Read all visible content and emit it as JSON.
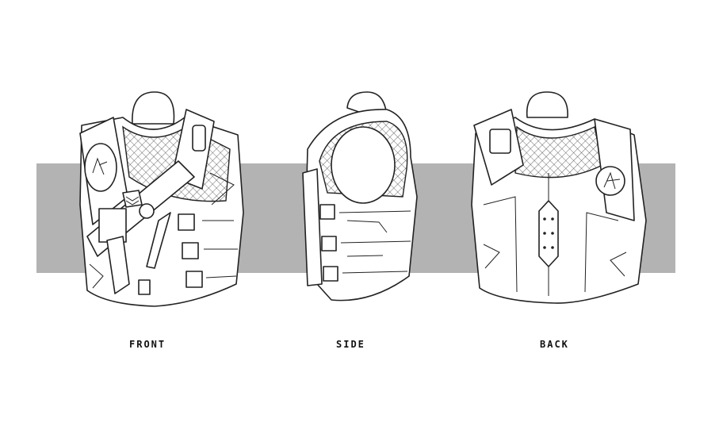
{
  "views": [
    {
      "id": "front",
      "label": "FRONT"
    },
    {
      "id": "side",
      "label": "SIDE"
    },
    {
      "id": "back",
      "label": "BACK"
    }
  ],
  "colors": {
    "band": "#b3b3b3",
    "line": "#222222",
    "background": "#ffffff"
  }
}
